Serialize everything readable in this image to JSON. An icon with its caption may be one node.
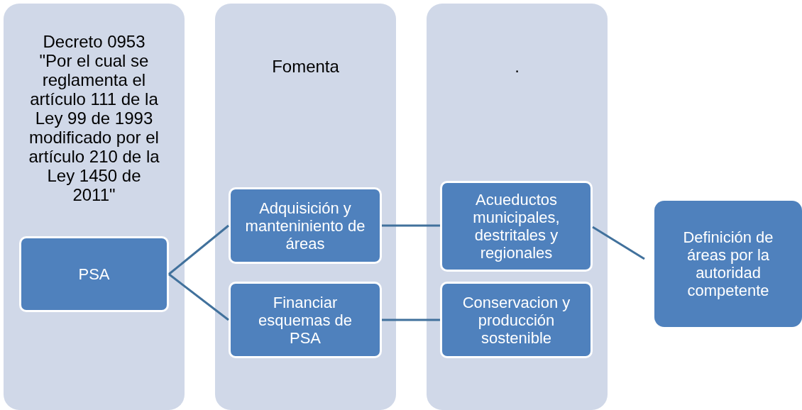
{
  "diagram": {
    "nodes": [
      {
        "text": [
          "Decreto 0953 \"Por el cual se reglamenta el artículo 111 de la Ley 99 de 1993 modificado por el artículo 210 de la Ley 1450 de 2011\""
        ]
      },
      {
        "text": [
          "PSA"
        ],
        "in": 0
      },
      {
        "text": [
          "Fomenta"
        ]
      },
      {
        "text": [
          "Adquisición y manteniniento de áreas"
        ],
        "in": 2
      },
      {
        "text": [
          "Financiar esquemas de PSA"
        ],
        "in": 2
      },
      {
        "text": [
          "."
        ]
      },
      {
        "text": [
          "Acueductos municipales, destritales y regionales"
        ],
        "in": 5
      },
      {
        "text": [
          "Conservacion y producción sostenible"
        ],
        "in": 5
      },
      {
        "text": [
          "Definición de áreas por la autoridad competente"
        ]
      }
    ],
    "edges": [
      {
        "from": 1,
        "to": 3,
        "arrow": "none"
      },
      {
        "from": 1,
        "to": 4,
        "arrow": "none"
      },
      {
        "from": 3,
        "to": 6,
        "arrow": "none"
      },
      {
        "from": 4,
        "to": 7,
        "arrow": "none"
      },
      {
        "from": 6,
        "to": 8,
        "arrow": "none"
      }
    ]
  }
}
